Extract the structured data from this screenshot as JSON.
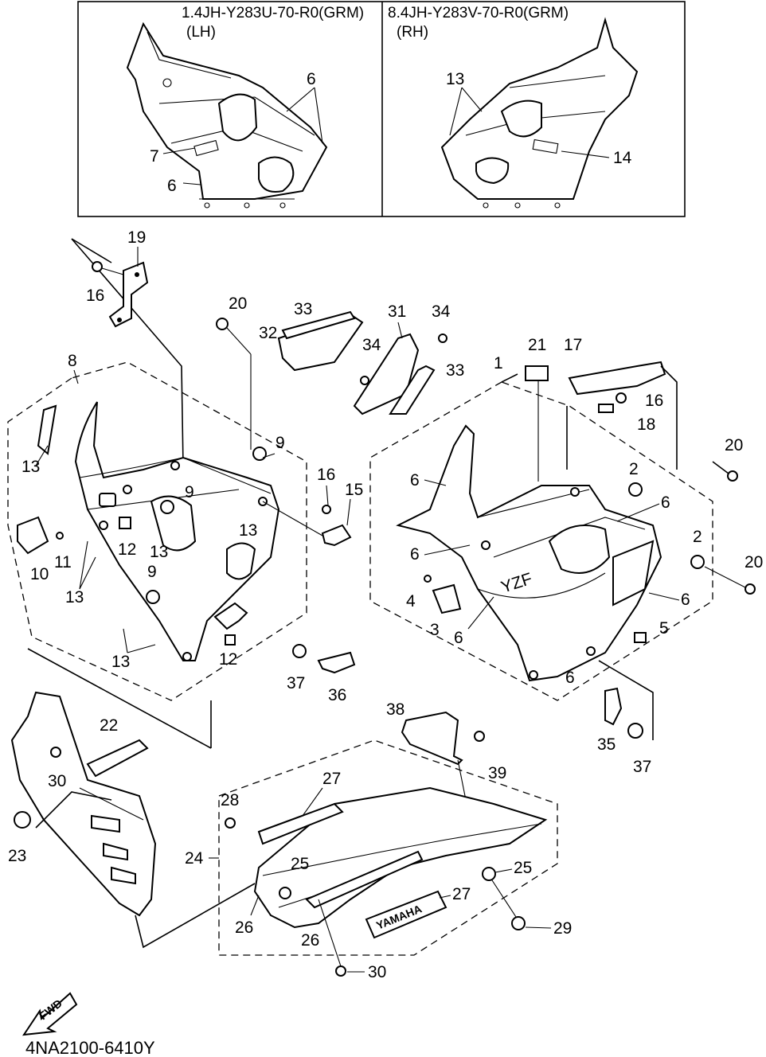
{
  "header": {
    "lh_part": "1.4JH-Y283U-70-R0(GRM)",
    "lh_side": "(LH)",
    "rh_part": "8.4JH-Y283V-70-R0(GRM)",
    "rh_side": "(RH)"
  },
  "callouts": {
    "c1": "1",
    "c2a": "2",
    "c2b": "2",
    "c3": "3",
    "c4": "4",
    "c5": "5",
    "c6_lh_a": "6",
    "c6_lh_b": "6",
    "c6_1": "6",
    "c6_2": "6",
    "c6_3": "6",
    "c6_4": "6",
    "c6_5": "6",
    "c6_6": "6",
    "c7": "7",
    "c8": "8",
    "c9a": "9",
    "c9b": "9",
    "c9c": "9",
    "c10": "10",
    "c11": "11",
    "c12a": "12",
    "c12b": "12",
    "c13_rh": "13",
    "c13_a": "13",
    "c13_b": "13",
    "c13_c": "13",
    "c13_d": "13",
    "c13_e": "13",
    "c14": "14",
    "c15": "15",
    "c16a": "16",
    "c16b": "16",
    "c16c": "16",
    "c17": "17",
    "c18": "18",
    "c19": "19",
    "c20a": "20",
    "c20b": "20",
    "c20c": "20",
    "c21": "21",
    "c22": "22",
    "c23": "23",
    "c24": "24",
    "c25a": "25",
    "c25b": "25",
    "c26a": "26",
    "c26b": "26",
    "c27a": "27",
    "c27b": "27",
    "c28": "28",
    "c29": "29",
    "c30a": "30",
    "c30b": "30",
    "c31": "31",
    "c32": "32",
    "c33a": "33",
    "c33b": "33",
    "c34a": "34",
    "c34b": "34",
    "c35": "35",
    "c36": "36",
    "c37a": "37",
    "c37b": "37",
    "c38": "38",
    "c39": "39"
  },
  "decals": {
    "yzf": "YZF",
    "yamaha": "YAMAHA"
  },
  "fwd_label": "FWD",
  "drawing_code": "4NA2100-6410Y",
  "icons": [
    "fwd-arrow-icon"
  ]
}
